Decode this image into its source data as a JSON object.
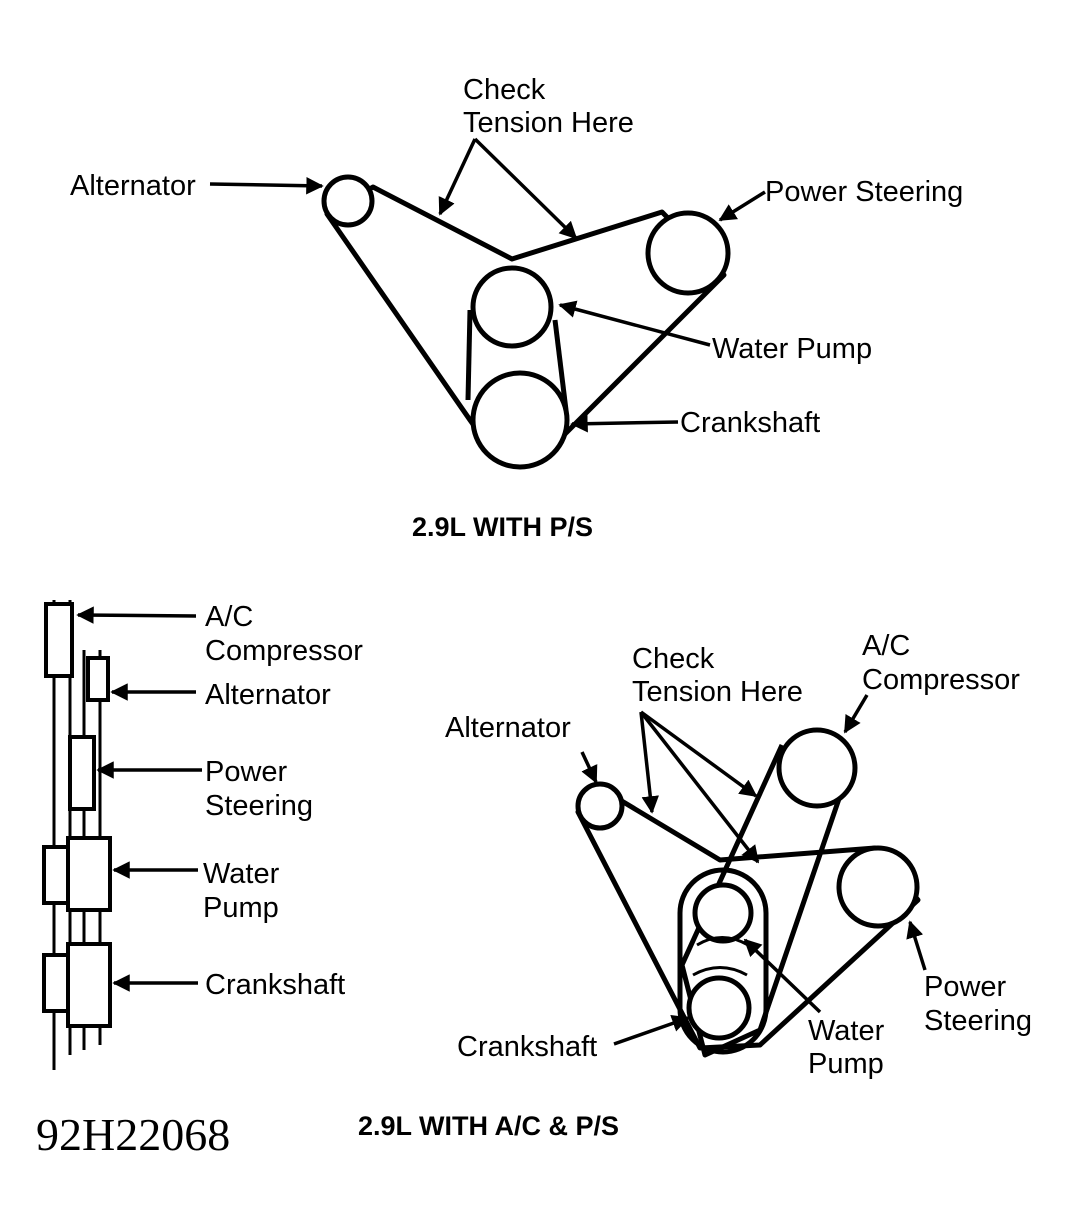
{
  "top": {
    "caption": "2.9L WITH P/S",
    "labels": {
      "check_1": "Check",
      "check_2": "Tension Here",
      "alternator": "Alternator",
      "power_steering": "Power Steering",
      "water_pump": "Water Pump",
      "crankshaft": "Crankshaft"
    }
  },
  "side": {
    "labels": {
      "ac_1": "A/C",
      "ac_2": "Compressor",
      "alternator": "Alternator",
      "ps_1": "Power",
      "ps_2": "Steering",
      "wp_1": "Water",
      "wp_2": "Pump",
      "crankshaft": "Crankshaft"
    }
  },
  "bottom": {
    "caption": "2.9L WITH A/C & P/S",
    "labels": {
      "check_1": "Check",
      "check_2": "Tension Here",
      "ac_1": "A/C",
      "ac_2": "Compressor",
      "alternator": "Alternator",
      "ps_1": "Power",
      "ps_2": "Steering",
      "wp_1": "Water",
      "wp_2": "Pump",
      "crankshaft": "Crankshaft"
    }
  },
  "figure_code": "92H22068"
}
